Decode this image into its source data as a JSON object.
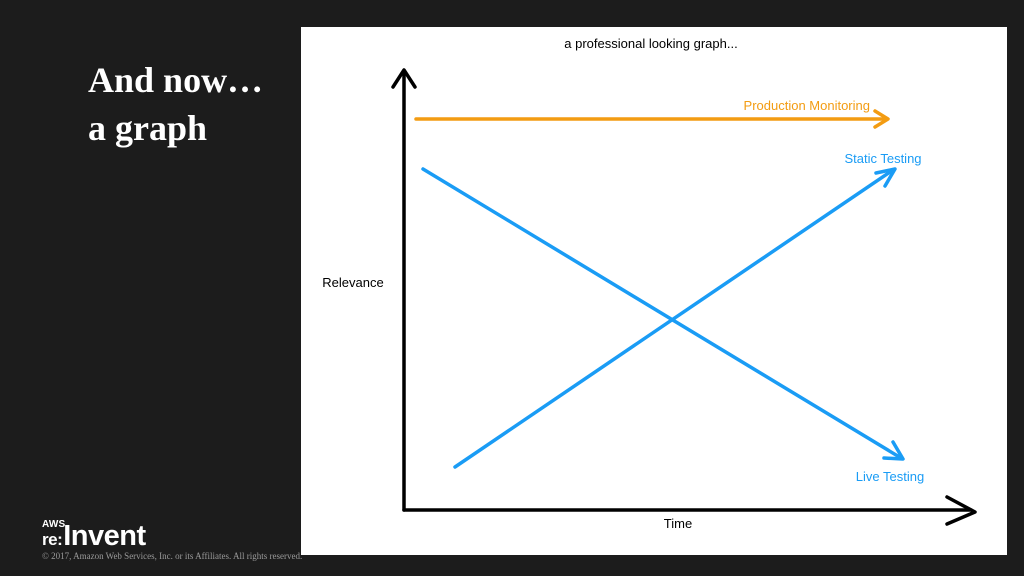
{
  "slide": {
    "title_line1": "And now…",
    "title_line2": "a graph",
    "copyright": "© 2017, Amazon Web Services, Inc. or its Affiliates. All rights reserved."
  },
  "logo": {
    "aws": "AWS",
    "re": "re:",
    "invent": "Invent"
  },
  "chart_data": {
    "type": "line",
    "title": "a professional looking graph...",
    "xlabel": "Time",
    "ylabel": "Relevance",
    "axis_ticks": false,
    "grid": false,
    "series": [
      {
        "name": "Production Monitoring",
        "color": "#f39c12",
        "trend": "constant high"
      },
      {
        "name": "Static Testing",
        "color": "#1a9cf5",
        "trend": "increasing"
      },
      {
        "name": "Live Testing",
        "color": "#1a9cf5",
        "trend": "decreasing"
      }
    ]
  },
  "colors": {
    "background": "#1c1c1c",
    "panel": "#ffffff",
    "orange": "#f39c12",
    "blue": "#1a9cf5",
    "axis": "#000000"
  }
}
